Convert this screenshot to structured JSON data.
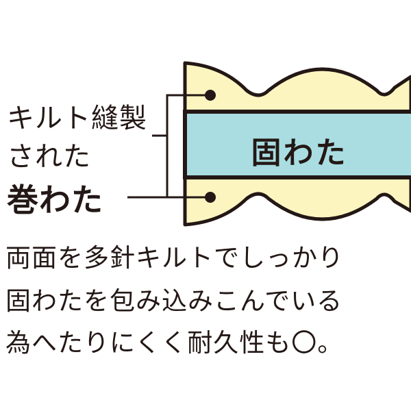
{
  "labels": {
    "quilted_line1": "キルト縫製",
    "quilted_line2": "された",
    "wrapped_cotton": "巻わた"
  },
  "core_label": "固わた",
  "description": [
    "両面を多針キルトでしっかり",
    "固わたを包み込みこんでいる",
    "為へたりにくく耐久性も〇。"
  ],
  "colors": {
    "quilted_fill": "#fdf5c0",
    "core_fill": "#a9dde1",
    "outline": "#231815"
  }
}
